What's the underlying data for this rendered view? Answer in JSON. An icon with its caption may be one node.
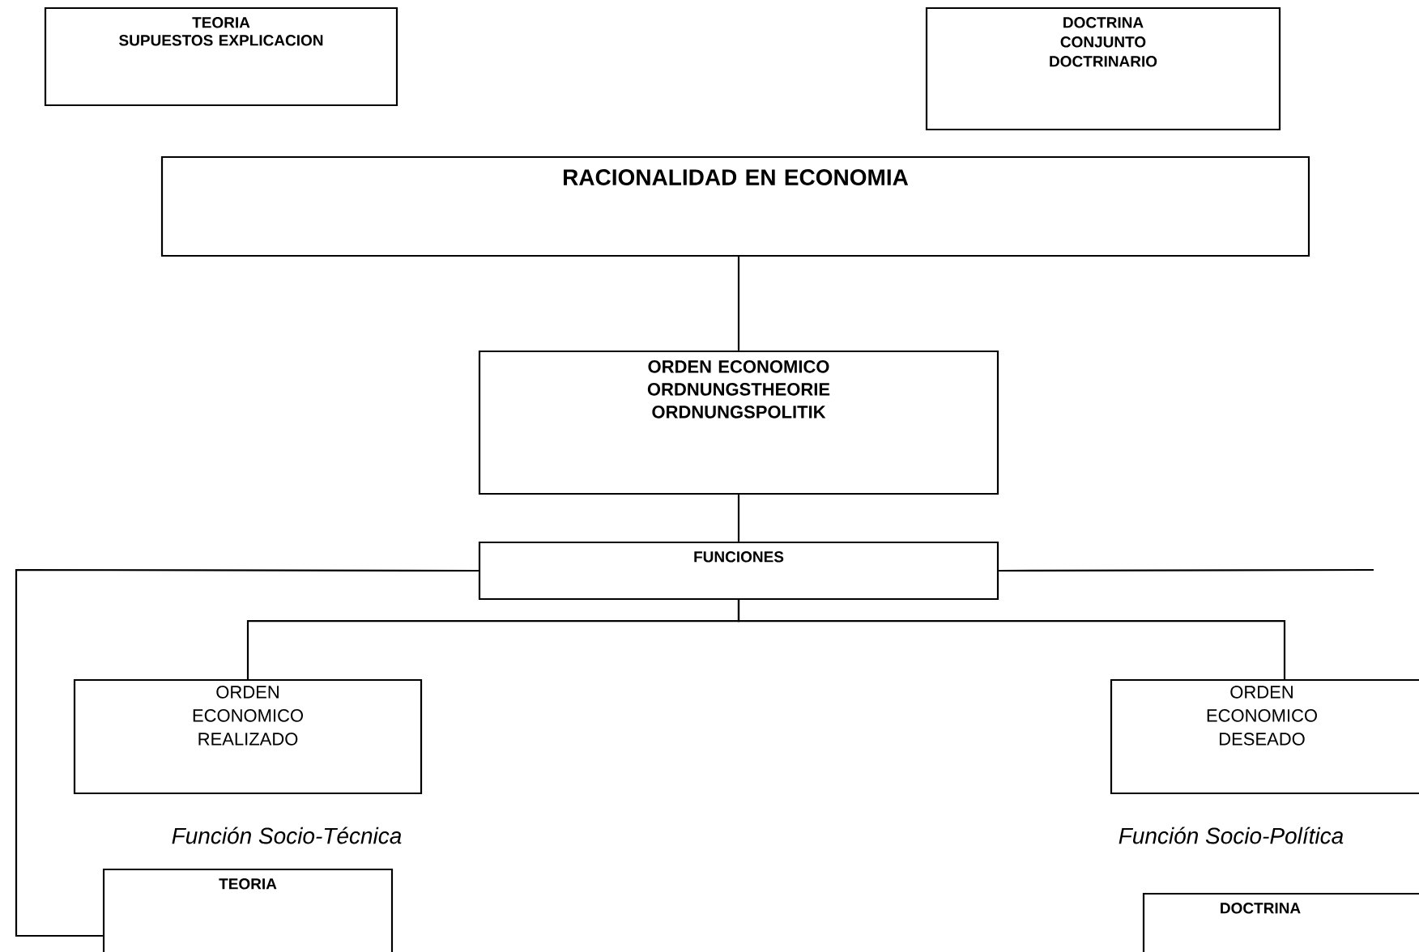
{
  "diagram": {
    "nodes": [
      {
        "text": [
          "TEORIA",
          "SUPUESTOS EXPLICACION"
        ]
      },
      {
        "text": [
          "DOCTRINA",
          "CONJUNTO DOCTRINARIO"
        ]
      },
      {
        "text": [
          "RACIONALIDAD  EN ECONOMIA"
        ]
      },
      {
        "text": [
          "ORDEN ECONOMICO",
          "ORDNUNGSTHEORIE",
          "ORDNUNGSPOLITIK"
        ]
      },
      {
        "text": [
          "FUNCIONES"
        ]
      },
      {
        "text": [
          "ORDEN ECONOMICO REALIZADO"
        ]
      },
      {
        "text": [
          "ORDEN ECONOMICO DESEADO"
        ]
      },
      {
        "text": [
          "TEORIA"
        ]
      },
      {
        "text": [
          "DOCTRINA"
        ]
      }
    ],
    "edges": [
      {
        "from": 2,
        "to": 3,
        "arrow": "none"
      },
      {
        "from": 3,
        "to": 4,
        "arrow": "none"
      },
      {
        "from": 4,
        "to": 5,
        "arrow": "none"
      },
      {
        "from": 4,
        "to": 6,
        "arrow": "none"
      },
      {
        "from": 4,
        "to": 7,
        "arrow": "none"
      },
      {
        "from": 4,
        "to": null,
        "arrow": "none"
      }
    ],
    "labels": [
      "Función Socio-Técnica",
      "Función Socio-Política"
    ]
  }
}
